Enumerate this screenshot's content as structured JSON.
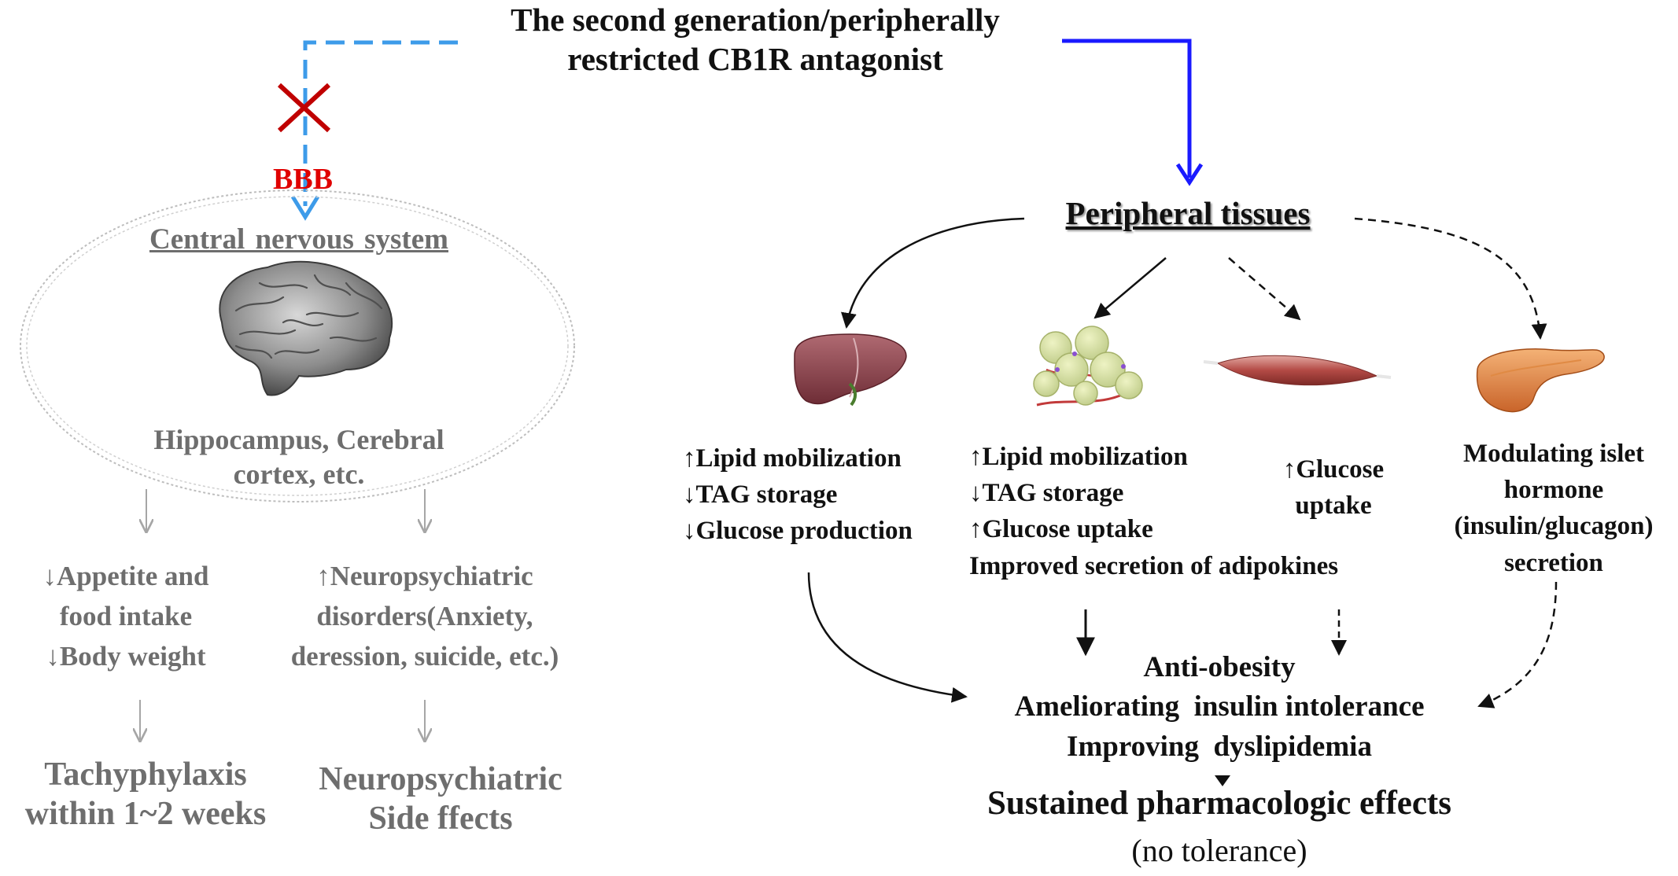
{
  "top": {
    "line1": "The second generation/peripherally",
    "line2": "restricted CB1R antagonist"
  },
  "bbb_label": "BBB",
  "cns": {
    "title": "Central nervous system",
    "regions_line1": "Hippocampus, Cerebral",
    "regions_line2": "cortex, etc.",
    "effect_left": [
      "↓Appetite and",
      "food intake",
      "↓Body weight"
    ],
    "effect_right": [
      "↑Neuropsychiatric",
      "disorders(Anxiety,",
      "deression, suicide, etc.)"
    ],
    "outcome_left": [
      "Tachyphylaxis",
      "within 1~2 weeks"
    ],
    "outcome_right": [
      "Neuropsychiatric",
      "Side ffects"
    ]
  },
  "peripheral": {
    "title": "Peripheral tissues",
    "liver_effects": [
      "↑Lipid mobilization",
      "↓TAG storage",
      "↓Glucose production"
    ],
    "adipose_effects": [
      "↑Lipid mobilization",
      "↓TAG storage",
      "↑Glucose uptake",
      "Improved secretion of adipokines"
    ],
    "muscle_effects": [
      "↑Glucose",
      "uptake"
    ],
    "pancreas_effects": [
      "Modulating islet",
      "hormone",
      "(insulin/glucagon)",
      "secretion"
    ]
  },
  "outcomes": {
    "line1": "Anti-obesity",
    "line2": "Ameliorating  insulin intolerance",
    "line3": "Improving  dyslipidemia",
    "final": "Sustained pharmacologic effects",
    "note": "(no tolerance)"
  },
  "icons": [
    "brain-icon",
    "liver-icon",
    "adipose-tissue-icon",
    "muscle-icon",
    "pancreas-icon",
    "block-x-icon"
  ],
  "colors": {
    "solid_arrow": "#1a1aff",
    "dashed_arrow_cns": "#3d9be9",
    "block_mark": "#c00000",
    "bbb_text": "#e00000",
    "cns_text": "#6e6e6e",
    "peripheral_text": "#111111",
    "cns_ellipse": "#bdbdbd"
  }
}
